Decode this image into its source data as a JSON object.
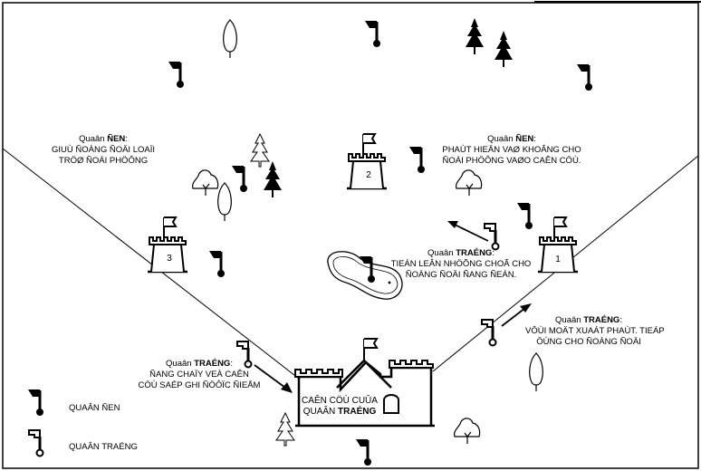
{
  "labels": {
    "top_left": {
      "team": "Quaân ",
      "team_bold": "ÑEN",
      "suffix": ":",
      "line1": "GIUÙ ÑOÀNG ÑOÄI LOAÏI",
      "line2": "TRÖØ ÑOÁI PHÖÔNG"
    },
    "top_right": {
      "team": "Quaân ",
      "team_bold": "ÑEN",
      "suffix": ":",
      "line1": "PHAÙT HIEÄN VAØ KHOÂNG CHO",
      "line2": "ÑOÁI PHÖÔNG VAØO CAÊN CÖÙ."
    },
    "center": {
      "team": "Quaân ",
      "team_bold": "TRAÉNG",
      "suffix": ":",
      "line1": "TIEÁN LEÂN NHÖÕNG CHOÃ CHO",
      "line2": "ÑOÀNG ÑOÄI ÑANG ÑEÁN."
    },
    "right_mid": {
      "team": "Quaân ",
      "team_bold": "TRAÉNG",
      "suffix": ":",
      "line1": "VÔÙI MOÄT XUAÁT PHAÙT. TIEÁP",
      "line2": "ÖÙNG CHO ÑOÀNG ÑOÄI"
    },
    "left_mid": {
      "team": "Quaân ",
      "team_bold": "TRAÉNG",
      "suffix": ":",
      "line1": "ÑANG CHAÏY VEÀ CAÊN",
      "line2": "CÖÙ SAÉP GHI ÑÖÔÏC ÑIEÅM"
    },
    "base": {
      "line1": "CAÊN CÖÙ CUÛA",
      "line2_prefix": "QUAÂN ",
      "line2_bold": "TRAÉNG"
    }
  },
  "towers": {
    "t1": "1",
    "t2": "2",
    "t3": "3"
  },
  "legend": {
    "black": "QUAÂN ÑEN",
    "white": "QUAÂN TRAÉNG"
  },
  "icons": [
    "black-flag-icon",
    "white-flag-icon",
    "tower-icon",
    "castle-icon",
    "pine-tree-icon",
    "round-tree-icon",
    "pond-icon",
    "arrow-icon"
  ]
}
